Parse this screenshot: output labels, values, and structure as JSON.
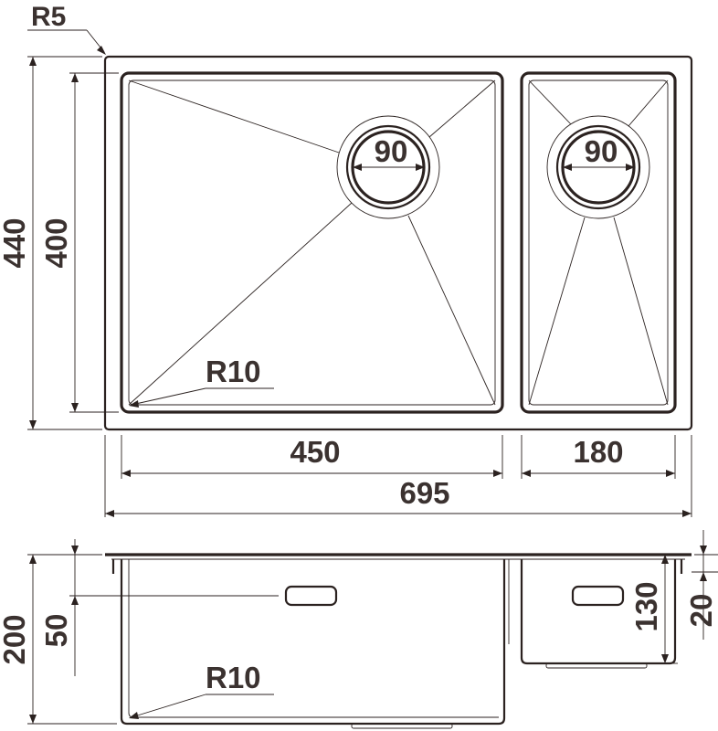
{
  "labels": {
    "outer_radius": "R5",
    "outer_height": "440",
    "inner_height": "400",
    "big_drain": "90",
    "small_drain": "90",
    "inner_radius_top": "R10",
    "big_width": "450",
    "small_width": "180",
    "total_width": "695",
    "depth_total": "200",
    "overflow_height": "50",
    "small_depth": "130",
    "rim_height": "20",
    "inner_radius_side": "R10"
  },
  "colors": {
    "line": "#2b2220",
    "text": "#3b3230",
    "background": "#ffffff"
  }
}
